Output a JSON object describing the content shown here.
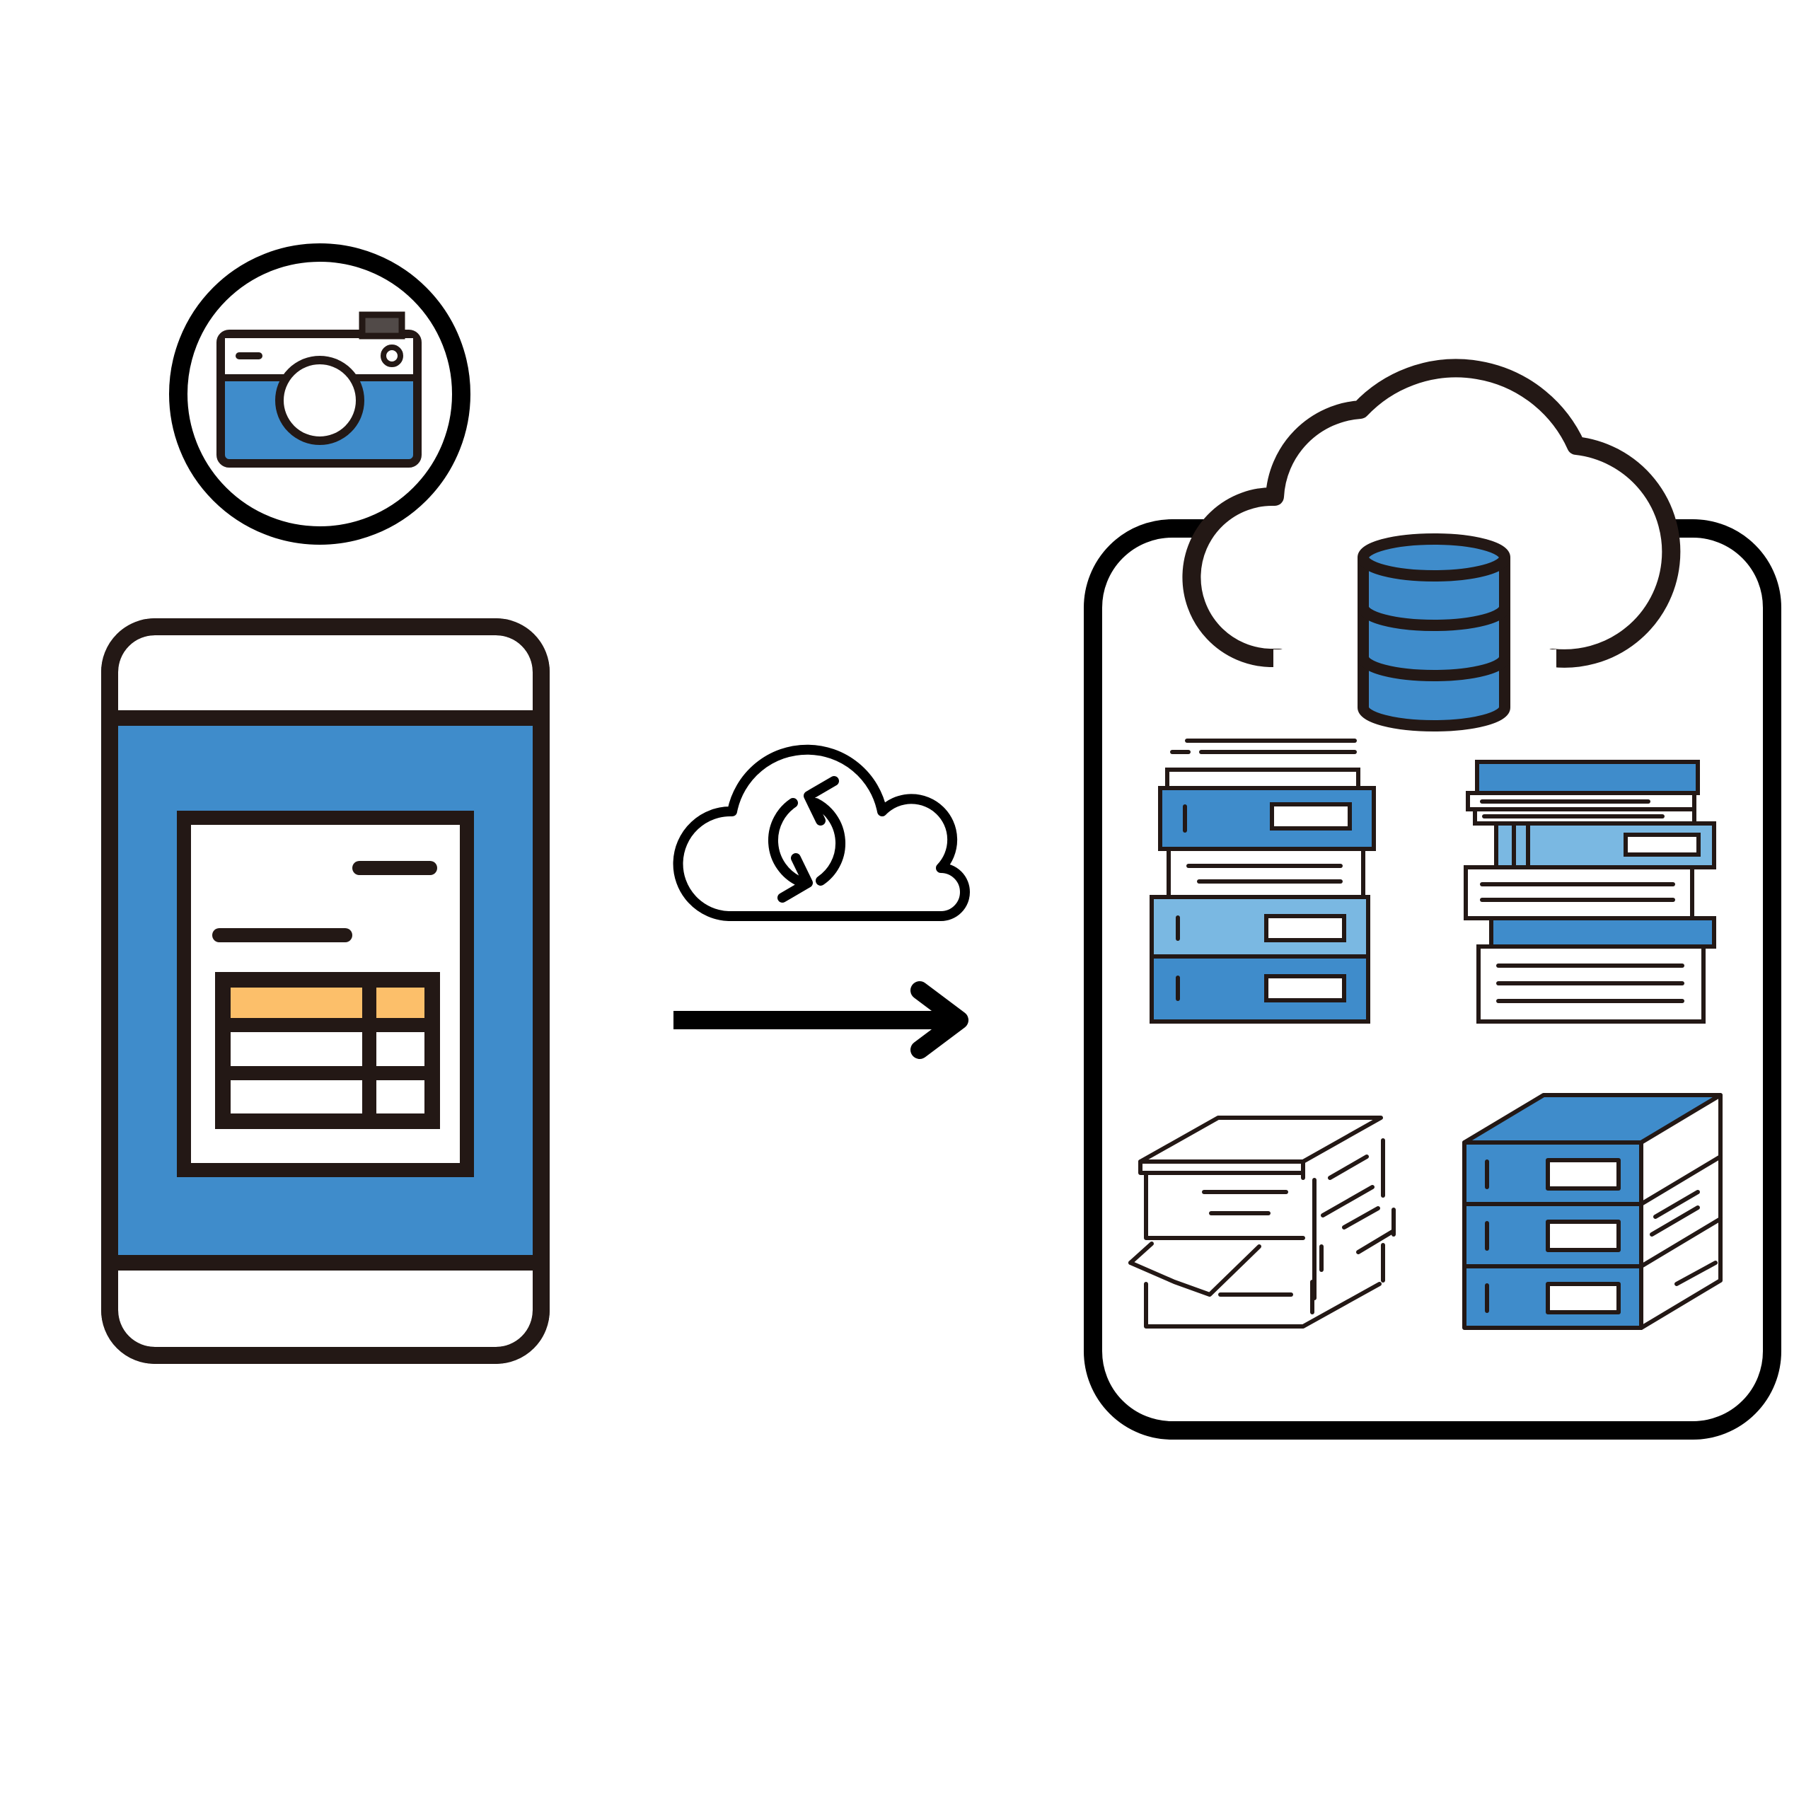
{
  "colors": {
    "ink": "#231815",
    "black": "#000000",
    "blue": "#3f8ccb",
    "light_blue": "#7ab8e2",
    "orange": "#fcbf6a",
    "white": "#ffffff"
  },
  "nodes": [
    {
      "id": "camera",
      "icon": "camera-icon"
    },
    {
      "id": "phone",
      "icon": "smartphone-icon",
      "content": "document-with-table"
    },
    {
      "id": "sync",
      "icon": "cloud-sync-icon"
    },
    {
      "id": "storage",
      "icon": "cloud-database-icon",
      "contents": [
        "binder-stack-icon",
        "book-stack-icon",
        "paper-box-stack-icon",
        "file-cabinet-icon"
      ]
    }
  ],
  "edges": [
    {
      "from": "phone",
      "to": "storage",
      "style": "arrow"
    }
  ]
}
